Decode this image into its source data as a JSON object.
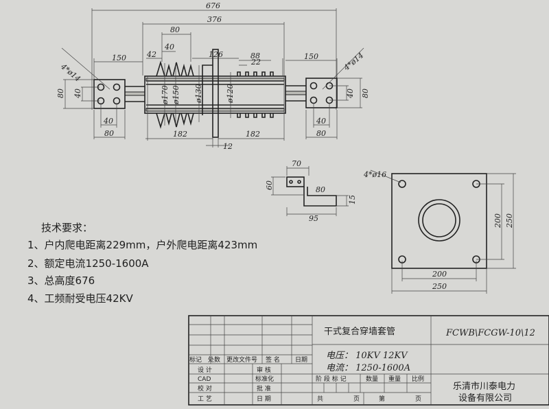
{
  "main_view": {
    "overall_length": "676",
    "body_length": "376",
    "shed_span": "80",
    "shed_pitch_indoor": "40",
    "shed_offset": "42",
    "flange_to_shed": "126",
    "outdoor_shed_span": "88",
    "outdoor_shed_pitch": "22",
    "terminal_length_left": "150",
    "terminal_length_right": "150",
    "holes_left": "4*ø14",
    "holes_right": "4*ø14",
    "plate_height_left": "80",
    "hole_spacing_v_left": "40",
    "plate_height_right": "80",
    "hole_spacing_v_right": "40",
    "hole_spacing_h_left": "40",
    "plate_width_left": "80",
    "hole_spacing_h_right": "40",
    "plate_width_right": "80",
    "dia_170": "ø170",
    "dia_150": "ø150",
    "dia_130": "ø130",
    "dia_120": "ø120",
    "half_left": "182",
    "half_right": "182",
    "flange_thickness": "12"
  },
  "connector_view": {
    "width_top": "70",
    "height": "60",
    "foot_width": "80",
    "total_width": "95",
    "foot_thickness": "15"
  },
  "flange_view": {
    "holes": "4*ø16",
    "hole_spacing_v": "200",
    "plate_height": "250",
    "hole_spacing_h": "200",
    "plate_width": "250"
  },
  "requirements": {
    "title": "技术要求：",
    "items": [
      "1、户内爬电距离229mm，户外爬电距离423mm",
      "2、额定电流1250-1600A",
      "3、总高度676",
      "4、工频耐受电压42KV"
    ]
  },
  "title_block": {
    "product_name": "干式复合穿墙套管",
    "model": "FCWB\\FCGW-10\\12",
    "voltage": "电压： 10KV   12KV",
    "current": "电流： 1250-1600A",
    "company_line1": "乐清市川泰电力",
    "company_line2": "设备有限公司",
    "rev_headers": [
      "标记",
      "处数",
      "更改文件号",
      "签  名",
      "日期"
    ],
    "left_labels": [
      "设 计",
      "CAD",
      "校 对",
      "工 艺"
    ],
    "mid_labels": [
      "审 核",
      "标准化",
      "批 准",
      "日 期"
    ],
    "stage_headers": [
      "阶 段 标 记",
      "数量",
      "重量",
      "比例"
    ],
    "page_total": "共",
    "page_unit1": "页",
    "page_no": "第",
    "page_unit2": "页"
  }
}
